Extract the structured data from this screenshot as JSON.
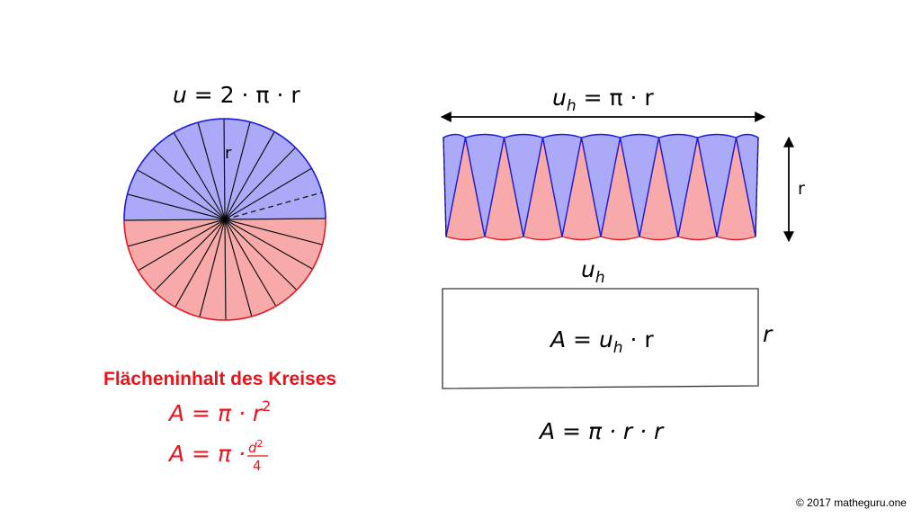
{
  "formulas": {
    "circumference": {
      "lhs": "u",
      "rest": " = 2 · π · r"
    },
    "half_circumference": {
      "lhs": "u",
      "sub": "h",
      "rest": " = π · r"
    },
    "radius_label_circle": "r",
    "radius_label_strip": "r",
    "rect_top_label": {
      "base": "u",
      "sub": "h"
    },
    "rect_side_label": "r",
    "rect_area": {
      "pre": "A = u",
      "sub": "h",
      "post": " · r"
    },
    "area_product": "A = π · r · r"
  },
  "summary": {
    "title": "Flächeninhalt des Kreises",
    "formula_r": {
      "pre": "A = π · ",
      "base": "r",
      "exp": "2"
    },
    "formula_d": {
      "pre": "A = π · ",
      "num": "d",
      "num_exp": "2",
      "den": "4"
    }
  },
  "copyright": "© 2017 matheguru.one",
  "colors": {
    "upper_fill": "#aaaaf8",
    "upper_stroke": "#1b1bd9",
    "lower_fill": "#f8aaaa",
    "lower_stroke": "#e01b24",
    "formula_red": "#e8141b"
  },
  "geometry_data": {
    "sector_count": 24
  }
}
